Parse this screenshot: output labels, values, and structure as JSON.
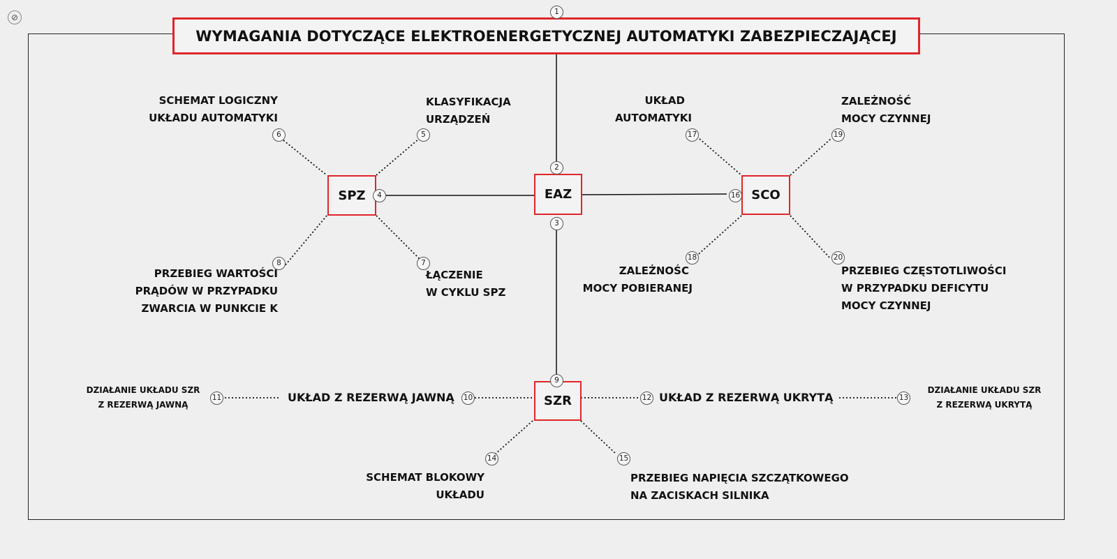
{
  "title": "WYMAGANIA DOTYCZĄCE ELEKTROENERGETYCZNEJ AUTOMATYKI ZABEZPIECZAJĄCEJ",
  "toolbar": {
    "visibility_icon": "eye-slash-icon"
  },
  "nodes": {
    "eaz": "EAZ",
    "spz": "SPZ",
    "sco": "SCO",
    "szr": "SZR"
  },
  "labels": {
    "spz_schemat_1": "SCHEMAT LOGICZNY",
    "spz_schemat_2": "UKŁADU AUTOMATYKI",
    "spz_klasyf_1": "KLASYFIKACJA",
    "spz_klasyf_2": "URZĄDZEŃ",
    "spz_przebieg_1": "PRZEBIEG WARTOŚCI",
    "spz_przebieg_2": "PRĄDÓW W PRZYPADKU",
    "spz_przebieg_3": "ZWARCIA W PUNKCIE K",
    "spz_laczenie_1": "ŁĄCZENIE",
    "spz_laczenie_2": "W CYKLU SPZ",
    "sco_uklad_1": "UKŁAD",
    "sco_uklad_2": "AUTOMATYKI",
    "sco_zalcz_1": "ZALEŻNOŚĆ",
    "sco_zalcz_2": "MOCY CZYNNEJ",
    "sco_zalpob_1": "ZALEŻNOŚC",
    "sco_zalpob_2": "MOCY POBIERANEJ",
    "sco_czest_1": "PRZEBIEG CZĘSTOTLIWOŚCI",
    "sco_czest_2": "W PRZYPADKU DEFICYTU",
    "sco_czest_3": "MOCY CZYNNEJ",
    "szr_jawna": "UKŁAD Z REZERWĄ JAWNĄ",
    "szr_ukryta": "UKŁAD Z REZERWĄ UKRYTĄ",
    "szr_dzial_jawna_1": "DZIAŁANIE UKŁADU SZR",
    "szr_dzial_jawna_2": "Z REZERWĄ JAWNĄ",
    "szr_dzial_ukryta_1": "DZIAŁANIE UKŁADU SZR",
    "szr_dzial_ukryta_2": "Z REZERWĄ UKRYTĄ",
    "szr_blok_1": "SCHEMAT BLOKOWY",
    "szr_blok_2": "UKŁADU",
    "szr_napiecie_1": "PRZEBIEG NAPIĘCIA SZCZĄTKOWEGO",
    "szr_napiecie_2": "NA ZACISKACH SILNIKA"
  },
  "badges": [
    "1",
    "2",
    "3",
    "4",
    "5",
    "6",
    "7",
    "8",
    "9",
    "10",
    "11",
    "12",
    "13",
    "14",
    "15",
    "16",
    "17",
    "18",
    "19",
    "20"
  ],
  "colors": {
    "accent": "#e0252a",
    "background": "#efefef"
  }
}
